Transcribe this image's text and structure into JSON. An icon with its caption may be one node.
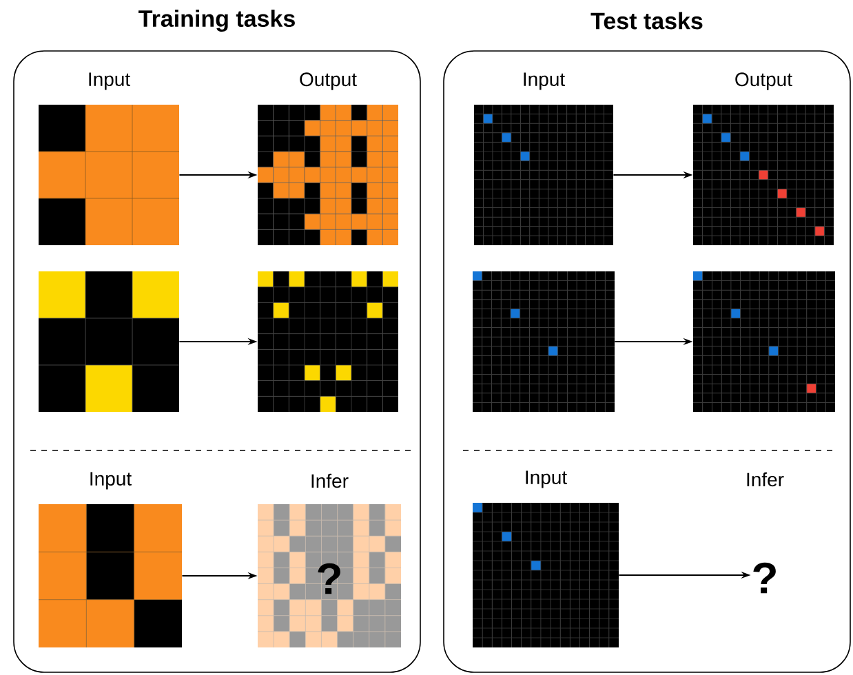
{
  "diagram": {
    "nodes": [
      {
        "text": [
          "Training tasks"
        ]
      },
      {
        "text": [
          "Input"
        ],
        "in": 0
      },
      {
        "text": [
          "Output"
        ],
        "in": 0
      },
      {
        "text": [],
        "shape": "picture",
        "in": 0
      },
      {
        "text": [],
        "shape": "picture",
        "in": 0
      },
      {
        "text": [
          "Input"
        ],
        "in": 0
      },
      {
        "text": [
          "Infer",
          "?"
        ],
        "in": 0
      },
      {
        "text": [
          "Test tasks"
        ]
      },
      {
        "text": [
          "Input"
        ],
        "in": 7
      },
      {
        "text": [
          "Output"
        ],
        "in": 7
      },
      {
        "text": [],
        "shape": "picture",
        "in": 7
      },
      {
        "text": [],
        "shape": "picture",
        "in": 7
      },
      {
        "text": [
          "Input"
        ],
        "in": 7
      },
      {
        "text": [
          "Infer",
          "?"
        ],
        "in": 7
      }
    ],
    "edges": [
      {
        "from": 1,
        "to": 2,
        "arrow": "to"
      },
      {
        "from": 3,
        "to": 4,
        "arrow": "to"
      },
      {
        "from": 5,
        "to": 6,
        "arrow": "to"
      },
      {
        "from": 8,
        "to": 9,
        "arrow": "to"
      },
      {
        "from": 10,
        "to": 11,
        "arrow": "to"
      },
      {
        "from": 12,
        "to": 13,
        "arrow": "to"
      }
    ]
  }
}
